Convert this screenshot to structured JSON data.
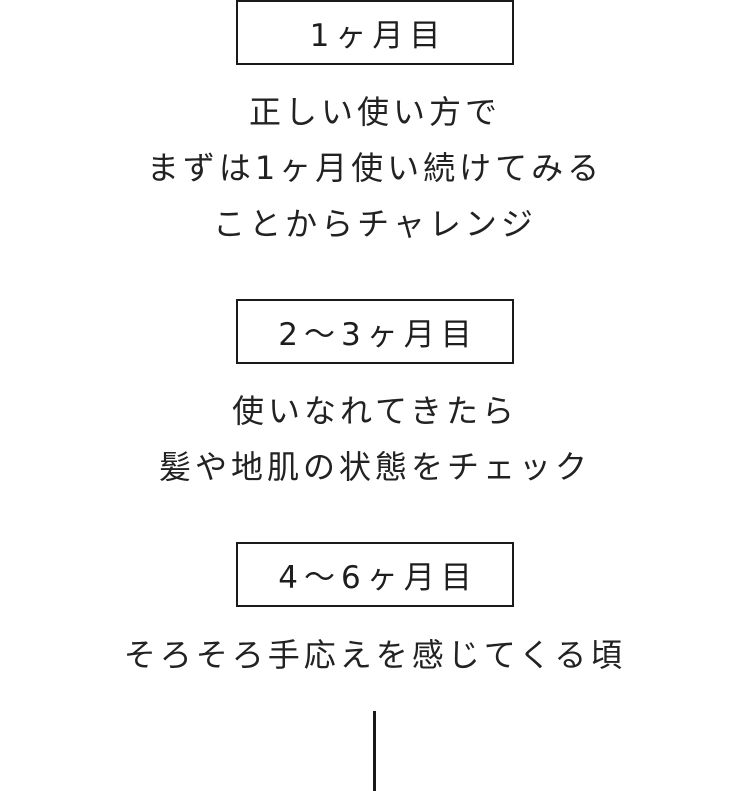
{
  "colors": {
    "text": "#222222",
    "border": "#1a1a1a",
    "background": "#ffffff"
  },
  "stages": [
    {
      "label": "1ヶ月目",
      "lines": [
        "正しい使い方で",
        "まずは1ヶ月使い続けてみる",
        "ことからチャレンジ"
      ]
    },
    {
      "label": "2～3ヶ月目",
      "lines": [
        "使いなれてきたら",
        "髪や地肌の状態をチェック"
      ]
    },
    {
      "label": "4～6ヶ月目",
      "lines": [
        "そろそろ手応えを感じてくる頃"
      ]
    }
  ],
  "connector": {
    "icon": "vertical-line"
  }
}
